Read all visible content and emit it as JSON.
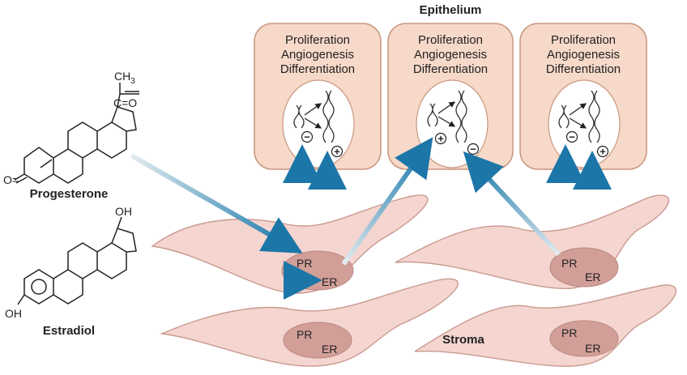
{
  "title": "Epithelium",
  "stroma_label": "Stroma",
  "cell_box_lines": [
    "Proliferation",
    "Angiogenesis",
    "Differentiation"
  ],
  "hormones": {
    "progesterone": {
      "name": "Progesterone",
      "ch3": "CH",
      "ch3_sub": "3",
      "carbonyl": "C=O",
      "ketone_o": "O="
    },
    "estradiol": {
      "name": "Estradiol",
      "oh_top": "OH",
      "oh_left": "OH"
    }
  },
  "receptors": {
    "pr": "PR",
    "er": "ER"
  },
  "signs": {
    "plus": "+",
    "minus": "−"
  },
  "colors": {
    "box_fill": "#f7d9c9",
    "box_stroke": "#c9967e",
    "arrow": "#1f7fb0",
    "arrow_light": "#d5e3e9",
    "stroma_cell": "#f5d5cf",
    "stroma_stroke": "#c99a90",
    "nucleus": "#d29f98"
  }
}
